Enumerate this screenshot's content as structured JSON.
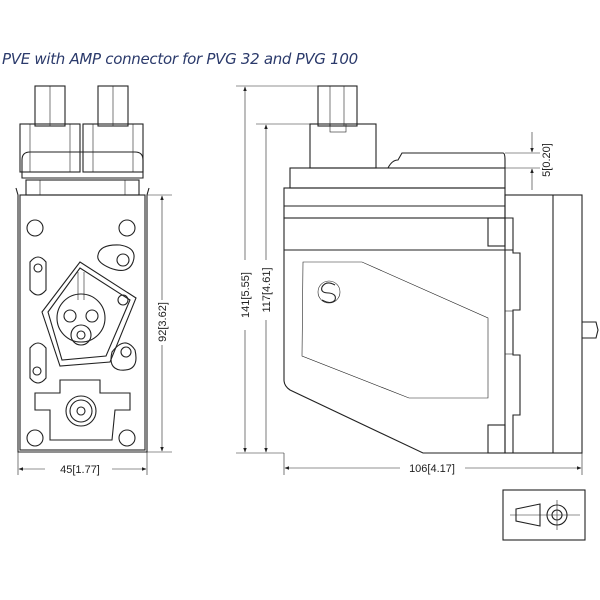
{
  "title": "PVE with AMP connector for PVG 32 and PVG 100",
  "dimensions": {
    "front_width": "45[1.77]",
    "front_height": "92[3.62]",
    "side_total_height": "141[5.55]",
    "side_body_height": "117[4.61]",
    "side_cap_height": "5[0.20]",
    "side_length": "106[4.17]"
  }
}
